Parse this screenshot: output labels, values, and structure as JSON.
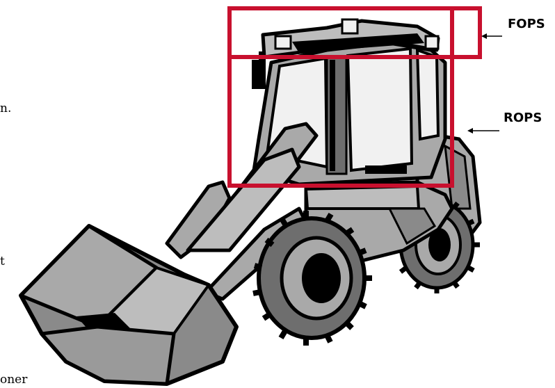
{
  "labels": {
    "fops": "FOPS",
    "rops": "ROPS"
  },
  "side_text": {
    "fragment_1": "n.",
    "fragment_2": "t",
    "fragment_3": "oner"
  },
  "colors": {
    "frame_red": "#c8102e",
    "body_gray": "#a9a9a9",
    "dark_gray": "#6e6e6e",
    "glass": "#f1f1f1",
    "outline": "#000000"
  }
}
